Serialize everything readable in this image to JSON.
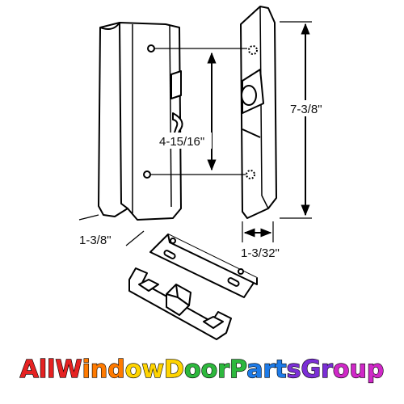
{
  "dimensions": {
    "height_overall": "7-3/8\"",
    "hole_spacing": "4-15/16\"",
    "width_handle": "1-3/8\"",
    "width_pull": "1-3/32\""
  },
  "watermark": {
    "text": "AllWindowDoorPartsGroup",
    "colors": [
      "#e52222",
      "#ff7a00",
      "#ffd400",
      "#2db83d",
      "#1e7be8",
      "#7b2fd6",
      "#d028c8"
    ]
  }
}
